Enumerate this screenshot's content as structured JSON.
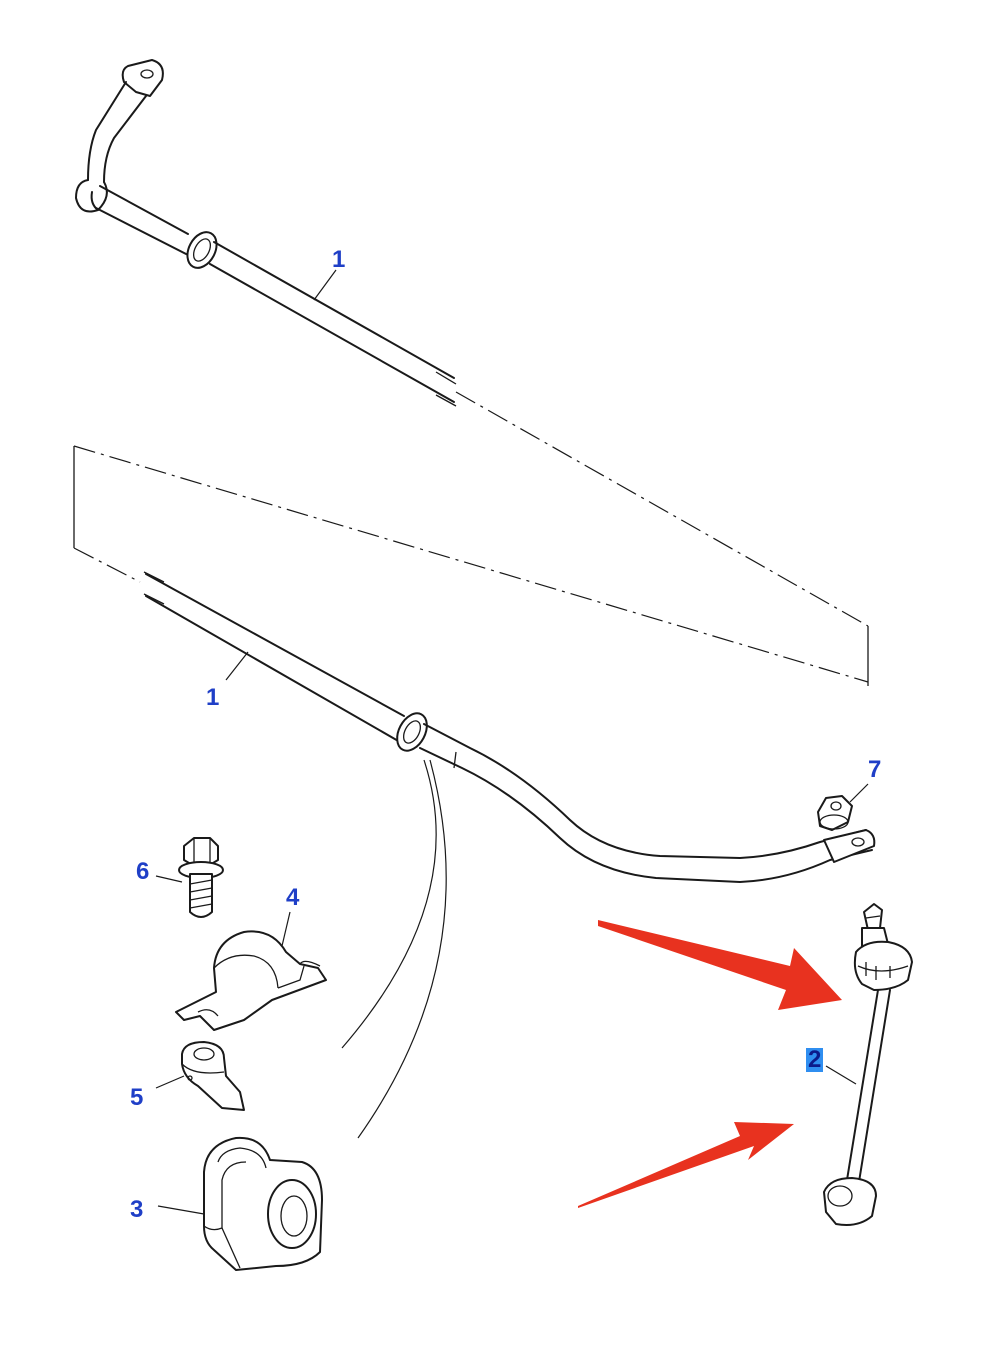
{
  "colors": {
    "line": "#1a1a1a",
    "callout_text": "#1f3fc7",
    "arrow": "#e8321f",
    "highlight_bg": "#2f8ef0",
    "highlight_text": "#0b1a8a"
  },
  "callouts": {
    "bar_upper": "1",
    "bar_lower": "1",
    "link": "2",
    "bushing": "3",
    "clamp": "4",
    "retainer": "5",
    "bolt": "6",
    "nut": "7"
  }
}
